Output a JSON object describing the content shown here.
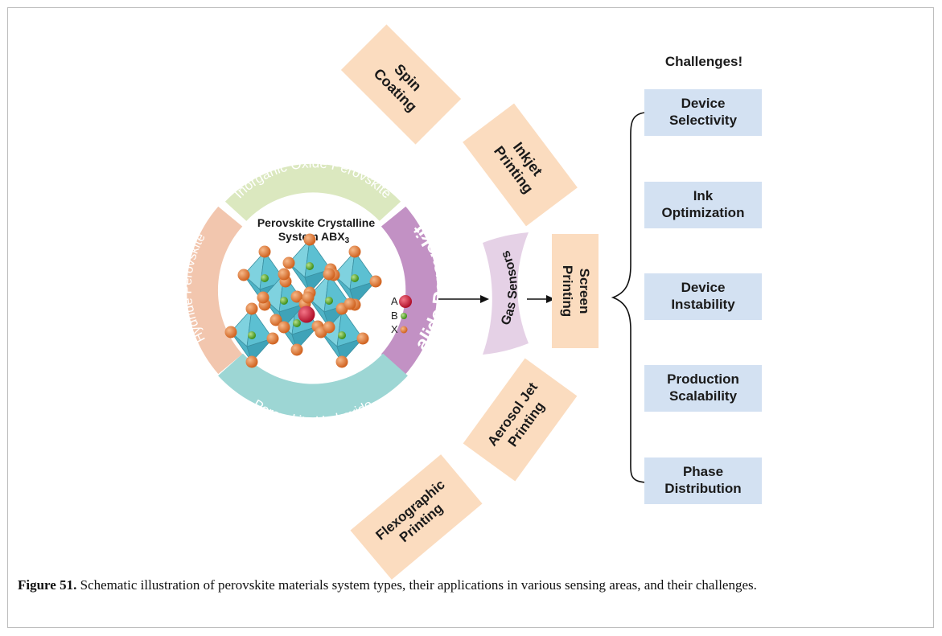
{
  "center": {
    "title_line1": "Perovskite Crystalline",
    "title_line2": "System ABX",
    "title_sub": "3",
    "legend": [
      {
        "key": "A",
        "color": "#cf1f3a"
      },
      {
        "key": "B",
        "color": "#5fae2e"
      },
      {
        "key": "X",
        "color": "#e0783a"
      }
    ]
  },
  "ring": [
    {
      "label": "Inorganic Oxide Perovskite",
      "color": "#dbe8bf"
    },
    {
      "label": "Halide Perovskite",
      "color": "#c291c4"
    },
    {
      "label": "Perovskite Hydroxide",
      "color": "#9dd6d4"
    },
    {
      "label": "Hydride Perovskite",
      "color": "#f2c6ae"
    }
  ],
  "application": {
    "label": "Gas Sensors",
    "color": "#e5d1e6"
  },
  "printing_methods": [
    {
      "label_line1": "Spin",
      "label_line2": "Coating"
    },
    {
      "label_line1": "Inkjet",
      "label_line2": "Printing"
    },
    {
      "label_line1": "Screen",
      "label_line2": "Printing"
    },
    {
      "label_line1": "Aerosol Jet",
      "label_line2": "Printing"
    },
    {
      "label_line1": "Flexographic",
      "label_line2": "Printing"
    }
  ],
  "challenges": {
    "title": "Challenges!",
    "items": [
      {
        "line1": "Device",
        "line2": "Selectivity"
      },
      {
        "line1": "Ink",
        "line2": "Optimization"
      },
      {
        "line1": "Device",
        "line2": "Instability"
      },
      {
        "line1": "Production",
        "line2": "Scalability"
      },
      {
        "line1": "Phase",
        "line2": "Distribution"
      }
    ]
  },
  "caption": {
    "label": "Figure 51.",
    "text": " Schematic illustration of perovskite materials system types, their applications in various sensing areas, and their challenges."
  },
  "colors": {
    "orange_box": "#fbdcbf",
    "blue_box": "#d3e1f2",
    "octahedron": "#5cc0d2"
  }
}
